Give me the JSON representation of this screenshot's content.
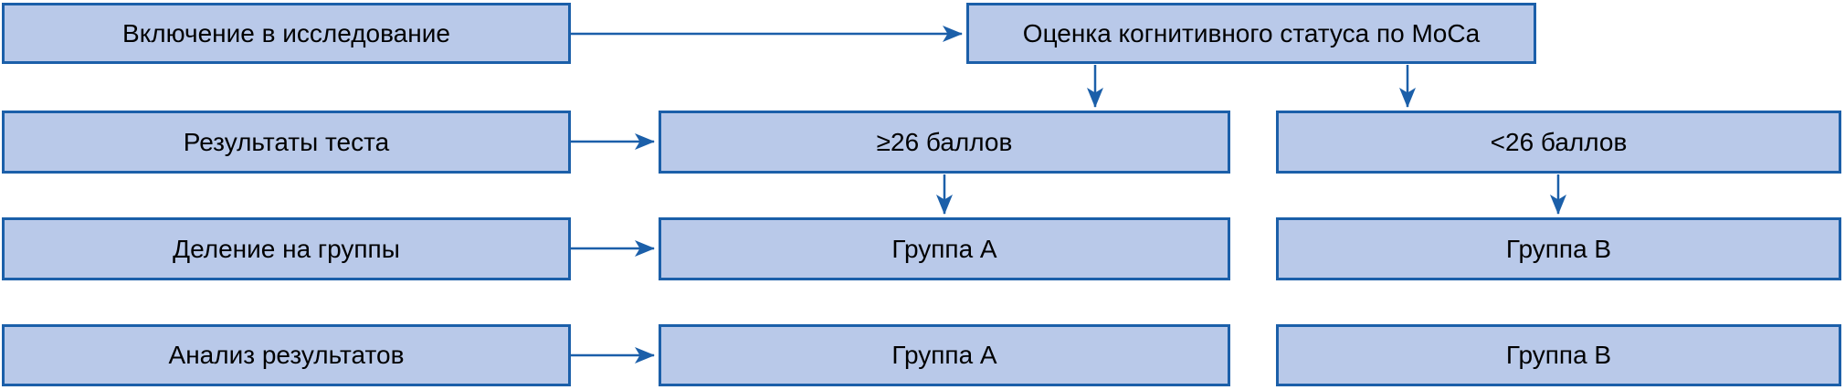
{
  "flowchart": {
    "row1": {
      "left": "Включение в исследование",
      "right": "Оценка когнитивного статуса по MoCa"
    },
    "row2": {
      "left": "Результаты теста",
      "middle": "≥26 баллов",
      "right": "<26 баллов"
    },
    "row3": {
      "left": "Деление на группы",
      "middle": "Группа А",
      "right": "Группа В"
    },
    "row4": {
      "left": "Анализ результатов",
      "middle": "Группа А",
      "right": "Группа В"
    }
  },
  "colors": {
    "box_fill": "#b9c9e9",
    "box_border": "#1b5fa9",
    "arrow": "#1b5fa9",
    "text": "#000000"
  }
}
